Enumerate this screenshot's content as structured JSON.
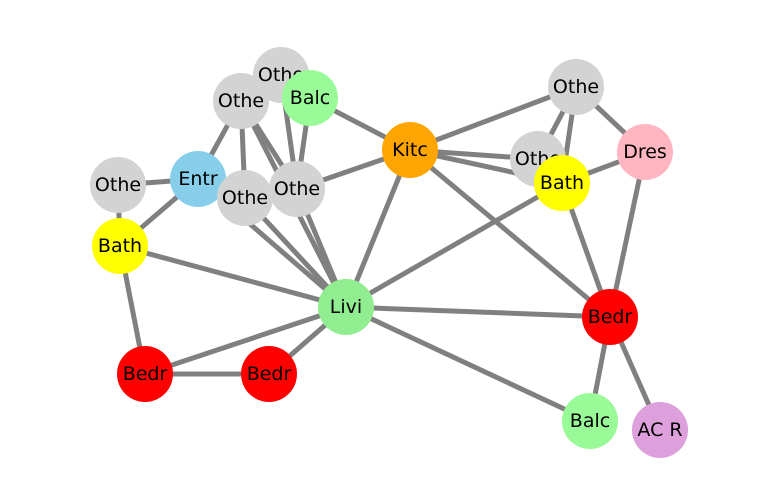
{
  "graph": {
    "nodes": [
      {
        "id": "n_othe_top",
        "label": "Othe",
        "color": "#d3d3d3"
      },
      {
        "id": "n_othe_a",
        "label": "Othe",
        "color": "#d3d3d3"
      },
      {
        "id": "n_balc_top",
        "label": "Balc",
        "color": "#98fb98"
      },
      {
        "id": "n_othe_left",
        "label": "Othe",
        "color": "#d3d3d3"
      },
      {
        "id": "n_entr",
        "label": "Entr",
        "color": "#87ceeb"
      },
      {
        "id": "n_othe_b",
        "label": "Othe",
        "color": "#d3d3d3"
      },
      {
        "id": "n_othe_c",
        "label": "Othe",
        "color": "#d3d3d3"
      },
      {
        "id": "n_bath_left",
        "label": "Bath",
        "color": "#ffff00"
      },
      {
        "id": "n_kitc",
        "label": "Kitc",
        "color": "#ffa500"
      },
      {
        "id": "n_othe_tr",
        "label": "Othe",
        "color": "#d3d3d3"
      },
      {
        "id": "n_othe_r",
        "label": "Othe",
        "color": "#d3d3d3"
      },
      {
        "id": "n_dres",
        "label": "Dres",
        "color": "#ffb6c1"
      },
      {
        "id": "n_bath_right",
        "label": "Bath",
        "color": "#ffff00"
      },
      {
        "id": "n_livi",
        "label": "Livi",
        "color": "#90ee90"
      },
      {
        "id": "n_bedr_right",
        "label": "Bedr",
        "color": "#ff0000"
      },
      {
        "id": "n_bedr_left",
        "label": "Bedr",
        "color": "#ff0000"
      },
      {
        "id": "n_bedr_mid",
        "label": "Bedr",
        "color": "#ff0000"
      },
      {
        "id": "n_balc_bottom",
        "label": "Balc",
        "color": "#98fb98"
      },
      {
        "id": "n_ac",
        "label": "AC R",
        "color": "#dda0dd"
      }
    ],
    "edges": [
      [
        "n_othe_left",
        "n_entr"
      ],
      [
        "n_othe_left",
        "n_bath_left"
      ],
      [
        "n_entr",
        "n_bath_left"
      ],
      [
        "n_entr",
        "n_othe_a"
      ],
      [
        "n_entr",
        "n_livi"
      ],
      [
        "n_bath_left",
        "n_livi"
      ],
      [
        "n_bath_left",
        "n_bedr_left"
      ],
      [
        "n_othe_a",
        "n_othe_b"
      ],
      [
        "n_othe_a",
        "n_othe_c"
      ],
      [
        "n_othe_a",
        "n_livi"
      ],
      [
        "n_othe_top",
        "n_othe_c"
      ],
      [
        "n_balc_top",
        "n_othe_c"
      ],
      [
        "n_balc_top",
        "n_kitc"
      ],
      [
        "n_othe_b",
        "n_livi"
      ],
      [
        "n_othe_c",
        "n_livi"
      ],
      [
        "n_othe_c",
        "n_kitc"
      ],
      [
        "n_kitc",
        "n_livi"
      ],
      [
        "n_kitc",
        "n_othe_tr"
      ],
      [
        "n_kitc",
        "n_othe_r"
      ],
      [
        "n_kitc",
        "n_bath_right"
      ],
      [
        "n_kitc",
        "n_bedr_right"
      ],
      [
        "n_othe_tr",
        "n_othe_r"
      ],
      [
        "n_othe_tr",
        "n_bath_right"
      ],
      [
        "n_othe_tr",
        "n_dres"
      ],
      [
        "n_bath_right",
        "n_dres"
      ],
      [
        "n_bath_right",
        "n_livi"
      ],
      [
        "n_bath_right",
        "n_bedr_right"
      ],
      [
        "n_dres",
        "n_bedr_right"
      ],
      [
        "n_livi",
        "n_bedr_left"
      ],
      [
        "n_livi",
        "n_bedr_mid"
      ],
      [
        "n_livi",
        "n_bedr_right"
      ],
      [
        "n_livi",
        "n_balc_bottom"
      ],
      [
        "n_bedr_left",
        "n_bedr_mid"
      ],
      [
        "n_bedr_right",
        "n_balc_bottom"
      ],
      [
        "n_bedr_right",
        "n_ac"
      ]
    ]
  }
}
